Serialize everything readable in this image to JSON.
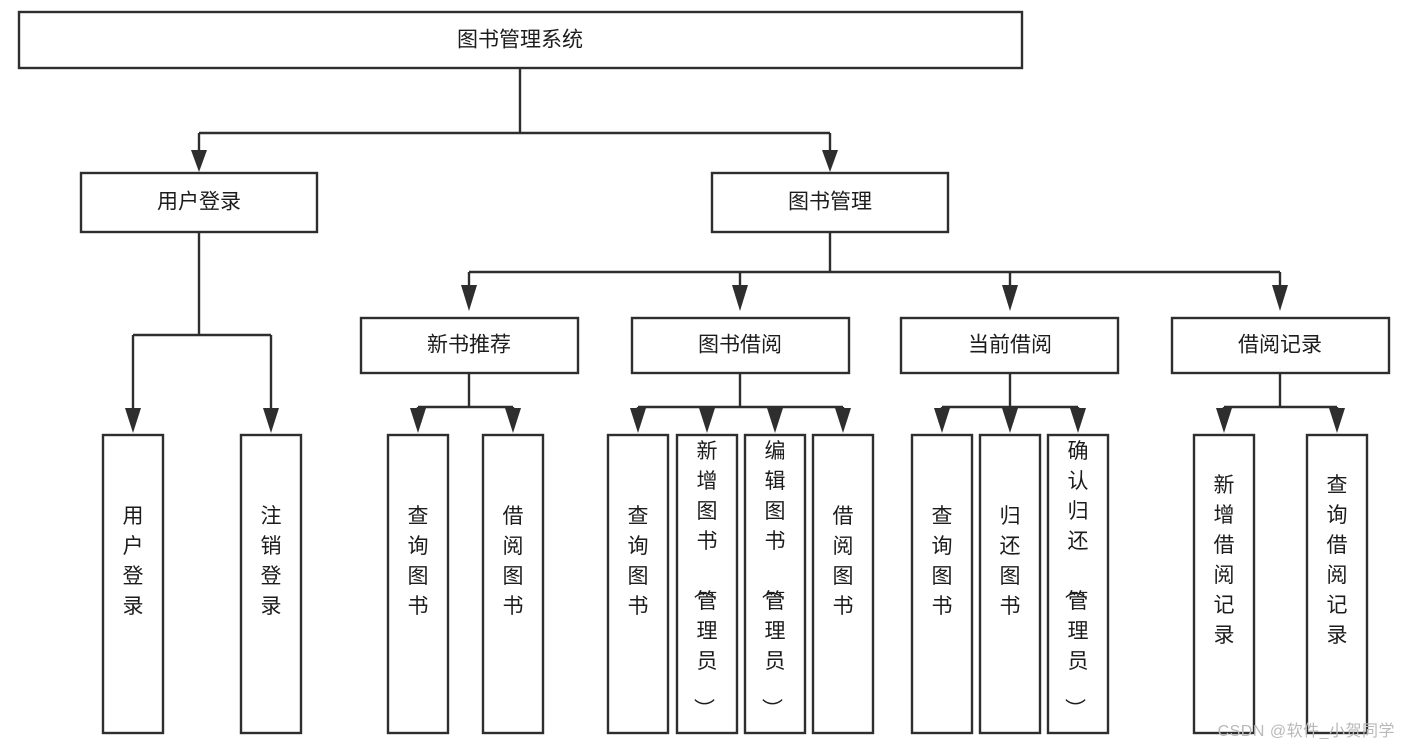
{
  "diagram": {
    "title": "图书管理系统",
    "type": "tree-hierarchy-diagram",
    "root": {
      "id": "root",
      "label": "图书管理系统"
    },
    "level2": [
      {
        "id": "user-login",
        "label": "用户登录"
      },
      {
        "id": "book-management",
        "label": "图书管理"
      }
    ],
    "level3": [
      {
        "id": "new-book-recommend",
        "label": "新书推荐",
        "parent": "book-management"
      },
      {
        "id": "book-borrow",
        "label": "图书借阅",
        "parent": "book-management"
      },
      {
        "id": "current-borrow",
        "label": "当前借阅",
        "parent": "book-management"
      },
      {
        "id": "borrow-record",
        "label": "借阅记录",
        "parent": "book-management"
      }
    ],
    "leaves": {
      "user-login": [
        {
          "id": "leaf-user-login",
          "label": "用户登录"
        },
        {
          "id": "leaf-user-logout",
          "label": "注销登录"
        }
      ],
      "new-book-recommend": [
        {
          "id": "leaf-query-book-1",
          "label": "查询图书"
        },
        {
          "id": "leaf-borrow-book-1",
          "label": "借阅图书"
        }
      ],
      "book-borrow": [
        {
          "id": "leaf-query-book-2",
          "label": "查询图书"
        },
        {
          "id": "leaf-add-book",
          "label": "新增图书（管理员）"
        },
        {
          "id": "leaf-edit-book",
          "label": "编辑图书（管理员）"
        },
        {
          "id": "leaf-borrow-book-2",
          "label": "借阅图书"
        }
      ],
      "current-borrow": [
        {
          "id": "leaf-query-book-3",
          "label": "查询图书"
        },
        {
          "id": "leaf-return-book",
          "label": "归还图书"
        },
        {
          "id": "leaf-confirm-return",
          "label": "确认归还（管理员）"
        }
      ],
      "borrow-record": [
        {
          "id": "leaf-add-record",
          "label": "新增借阅记录"
        },
        {
          "id": "leaf-query-record",
          "label": "查询借阅记录"
        }
      ]
    },
    "colors": {
      "box_stroke": "#2e2e2e",
      "box_fill": "#ffffff",
      "text": "#1c1c1c",
      "connector": "#2e2e2e",
      "watermark": "#b9b9b9",
      "background": "#ffffff"
    }
  },
  "watermark": {
    "text": "CSDN @软件_小贺同学"
  }
}
